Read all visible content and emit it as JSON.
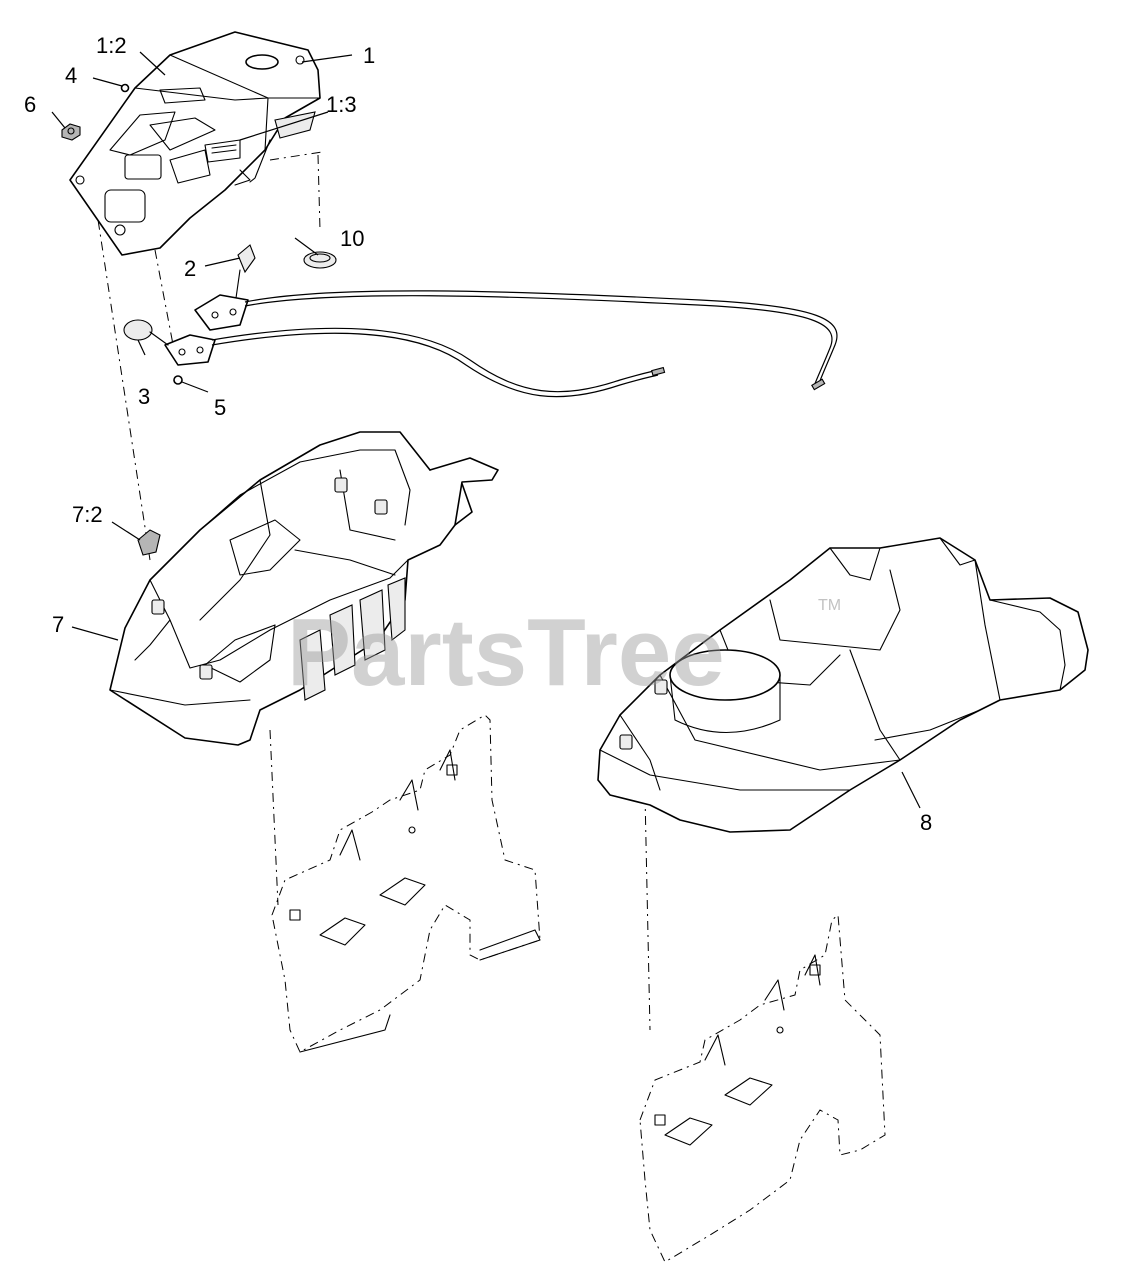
{
  "diagram": {
    "watermark": "PartsTree",
    "watermark_mark": "TM",
    "callouts": {
      "c1": "1",
      "c1_2": "1:2",
      "c1_3": "1:3",
      "c2": "2",
      "c3": "3",
      "c4": "4",
      "c5": "5",
      "c6": "6",
      "c7": "7",
      "c7_2": "7:2",
      "c8": "8",
      "c10": "10"
    }
  }
}
